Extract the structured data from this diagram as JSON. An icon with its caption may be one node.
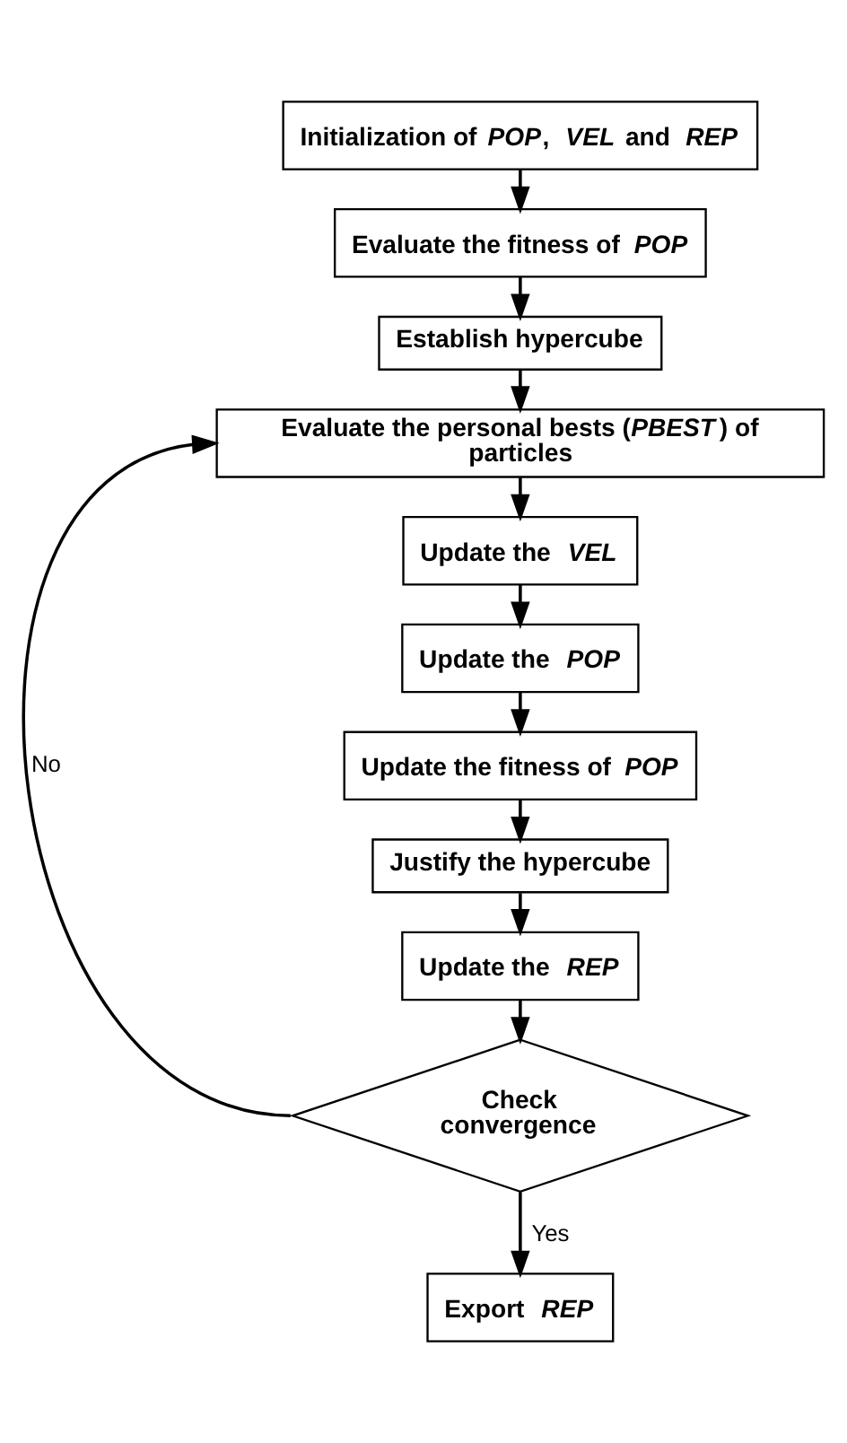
{
  "diagram": {
    "nodes": [
      {
        "text": [
          "Initialization of *POP*, *VEL* and *REP*"
        ]
      },
      {
        "text": [
          "Evaluate the fitness of *POP*"
        ]
      },
      {
        "text": [
          "Establish hypercube"
        ]
      },
      {
        "text": [
          "Evaluate the personal bests (*PBEST*) of particles"
        ]
      },
      {
        "text": [
          "Update the *VEL*"
        ]
      },
      {
        "text": [
          "Update the *POP*"
        ]
      },
      {
        "text": [
          "Update the fitness of *POP*"
        ]
      },
      {
        "text": [
          "Justify the hypercube"
        ]
      },
      {
        "text": [
          "Update the *REP*"
        ]
      },
      {
        "text": [
          "Check convergence"
        ]
      },
      {
        "text": [
          "Export *REP*"
        ]
      }
    ],
    "edges": [
      {
        "from": 0,
        "to": 1,
        "arrow": "to"
      },
      {
        "from": 1,
        "to": 2,
        "arrow": "to"
      },
      {
        "from": 2,
        "to": 3,
        "arrow": "to"
      },
      {
        "from": 3,
        "to": 4,
        "arrow": "to"
      },
      {
        "from": 4,
        "to": 5,
        "arrow": "to"
      },
      {
        "from": 5,
        "to": 6,
        "arrow": "to"
      },
      {
        "from": 6,
        "to": 7,
        "arrow": "to"
      },
      {
        "from": 7,
        "to": 8,
        "arrow": "to"
      },
      {
        "from": 8,
        "to": 9,
        "arrow": "to"
      },
      {
        "from": 9,
        "to": 3,
        "arrow": "to",
        "label": "No"
      },
      {
        "from": 9,
        "to": 10,
        "arrow": "to",
        "label": "Yes"
      }
    ]
  }
}
